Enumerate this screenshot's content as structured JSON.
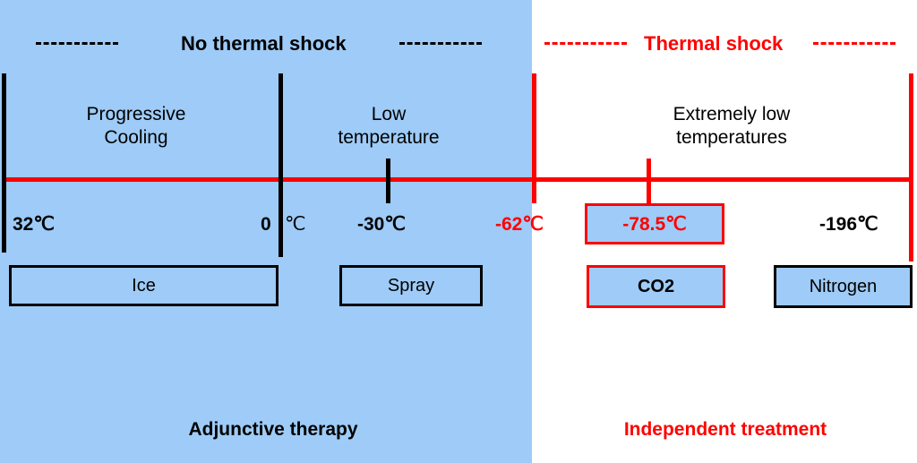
{
  "header": {
    "left_title": "No thermal shock",
    "right_title": "Thermal shock"
  },
  "regions": {
    "progressive": "Progressive\nCooling",
    "low": "Low\ntemperature",
    "extreme": "Extremely low\ntemperatures"
  },
  "temperatures": {
    "t32": "32℃",
    "t0_num": "0",
    "t0_unit": "℃",
    "t_minus30": "-30℃",
    "t_minus62": "-62℃",
    "t_minus78": "-78.5℃",
    "t_minus196": "-196℃"
  },
  "boxes": {
    "ice": "Ice",
    "spray": "Spray",
    "co2": "CO2",
    "nitrogen": "Nitrogen"
  },
  "footer": {
    "left": "Adjunctive therapy",
    "right": "Independent treatment"
  },
  "colors": {
    "blue_panel": "#9ecbf7",
    "red": "#ff0000",
    "black": "#000000"
  }
}
